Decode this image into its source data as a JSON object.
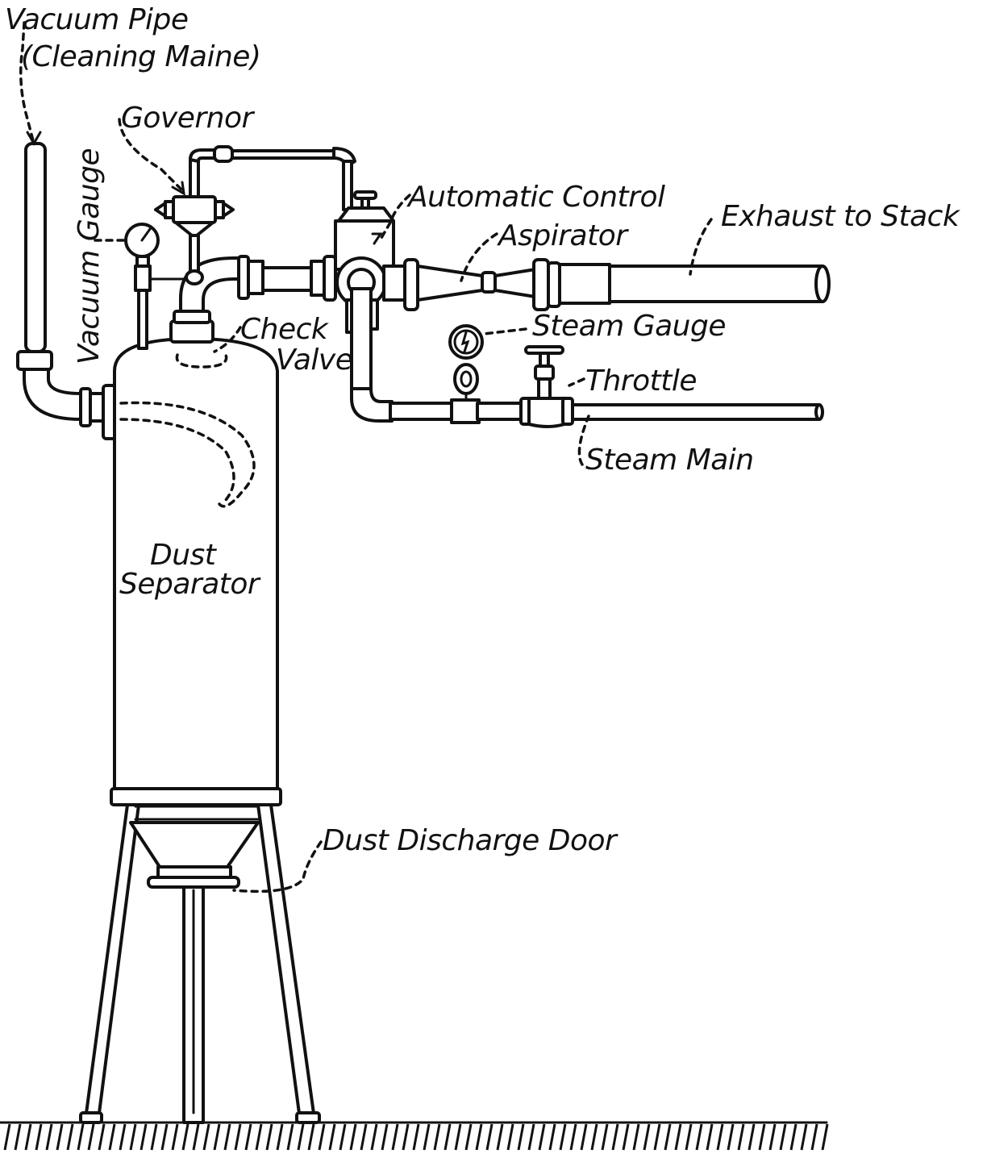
{
  "title": "Steam aspirator vacuum cleaning plant",
  "labels": {
    "vacuum_pipe_line1": "Vacuum Pipe",
    "vacuum_pipe_line2": "(Cleaning Maine)",
    "governor": "Governor",
    "vacuum_gauge": "Vacuum Gauge",
    "automatic_control": "Automatic Control",
    "aspirator": "Aspirator",
    "exhaust_to_stack": "Exhaust to Stack",
    "check_valve_line1": "Check",
    "check_valve_line2": "Valve",
    "steam_gauge": "Steam Gauge",
    "throttle": "Throttle",
    "steam_main": "Steam Main",
    "dust_separator_line1": "Dust",
    "dust_separator_line2": "Separator",
    "dust_discharge_door": "Dust Discharge Door"
  },
  "colors": {
    "ink": "#111111",
    "paper": "#ffffff"
  }
}
